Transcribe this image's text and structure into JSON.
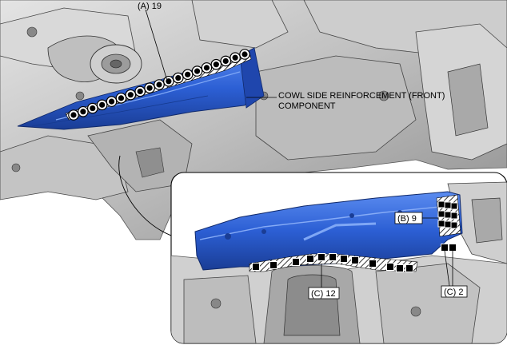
{
  "callouts": {
    "a": "(A) 19",
    "b": "(B) 9",
    "c12": "(C) 12",
    "c2": "(C) 2"
  },
  "component": {
    "line1": "COWL SIDE REINFORCEMENT (FRONT)",
    "line2": "COMPONENT"
  },
  "colors": {
    "part_blue": "#2c5fd4",
    "part_blue_dark": "#1b3f9a",
    "body_grey": "#c9c9c9",
    "outline": "#000000"
  },
  "icons": {
    "weld_point_round": "spot-weld-round-icon",
    "weld_point_square": "spot-weld-square-icon"
  }
}
